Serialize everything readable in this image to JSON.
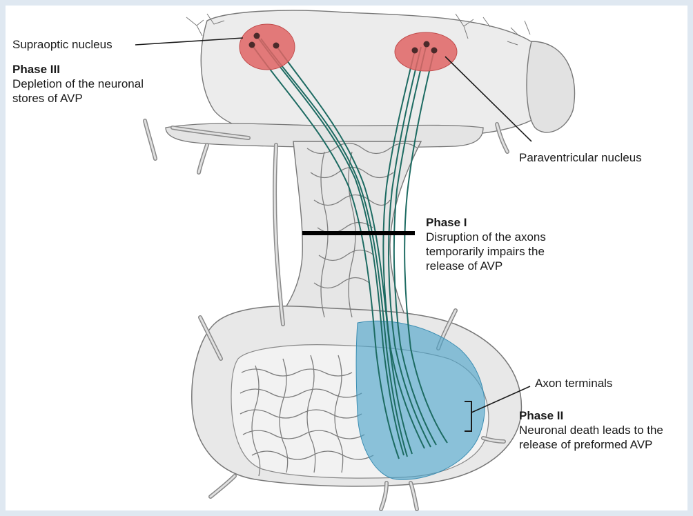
{
  "labels": {
    "supraoptic": "Supraoptic nucleus",
    "paraventricular": "Paraventricular nucleus",
    "axon_terminals": "Axon terminals"
  },
  "phases": {
    "phase1": {
      "title": "Phase I",
      "lines": [
        "Disruption of the axons",
        "temporarily impairs the",
        "release of AVP"
      ]
    },
    "phase2": {
      "title": "Phase II",
      "lines": [
        "Neuronal death leads to the",
        "release of preformed AVP"
      ]
    },
    "phase3": {
      "title": "Phase III",
      "lines": [
        "Depletion of the neuronal",
        "stores of AVP"
      ]
    }
  },
  "colors": {
    "background": "#dfe8f1",
    "tissue": "#e9e9e9",
    "tissue_outline": "#6f6f6f",
    "vessel": "#7a7a7a",
    "nucleus": "#e06565",
    "axon": "#1d6b62",
    "posterior_lobe_highlight": "#4aa3c9",
    "cut_line": "#000000"
  }
}
